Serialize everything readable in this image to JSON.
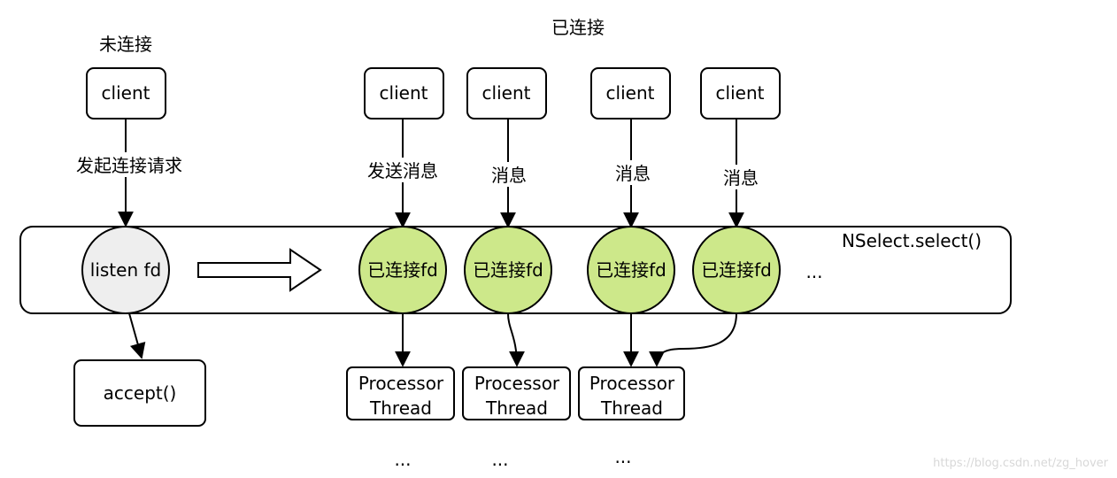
{
  "headings": {
    "unconnected": "未连接",
    "connected": "已连接"
  },
  "clients": {
    "unconnected": "client",
    "connected": [
      "client",
      "client",
      "client",
      "client"
    ]
  },
  "edge_labels": {
    "connect_request": "发起连接请求",
    "send_message": "发送消息",
    "message": [
      "消息",
      "消息",
      "消息"
    ]
  },
  "select_band": {
    "label": "NSelect.select()",
    "listen_fd": "listen fd",
    "connected_fds": [
      "已连接fd",
      "已连接fd",
      "已连接fd",
      "已连接fd"
    ],
    "more": "..."
  },
  "accept_box": "accept()",
  "processors": [
    {
      "line1": "Processor",
      "line2": "Thread"
    },
    {
      "line1": "Processor",
      "line2": "Thread"
    },
    {
      "line1": "Processor",
      "line2": "Thread"
    }
  ],
  "processor_more": [
    "...",
    "...",
    "..."
  ],
  "watermark": "https://blog.csdn.net/zg_hover",
  "colors": {
    "connected_fd_fill": "#cde88a",
    "listen_fd_fill": "#eeeeee",
    "stroke": "#000000"
  }
}
